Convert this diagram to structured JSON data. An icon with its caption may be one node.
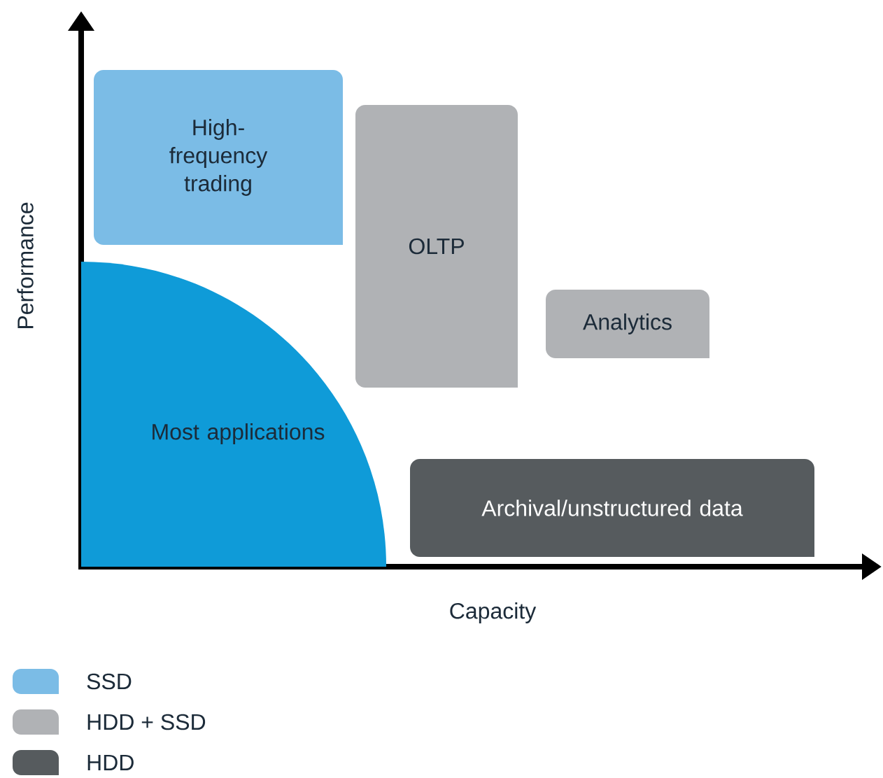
{
  "diagram": {
    "nodes": [
      {
        "text": [
          "High-frequency trading"
        ]
      },
      {
        "text": [
          "OLTP"
        ]
      },
      {
        "text": [
          "Analytics"
        ]
      },
      {
        "text": [
          "Most applications"
        ]
      },
      {
        "text": [
          "Archival/unstructured data"
        ]
      }
    ],
    "labels": [
      "Performance",
      "Capacity"
    ],
    "legend": [
      {
        "text": "SSD",
        "color": "#7bbce6"
      },
      {
        "text": "HDD + SSD",
        "color": "#b0b2b5"
      },
      {
        "text": "HDD",
        "color": "#565b5e"
      }
    ]
  }
}
